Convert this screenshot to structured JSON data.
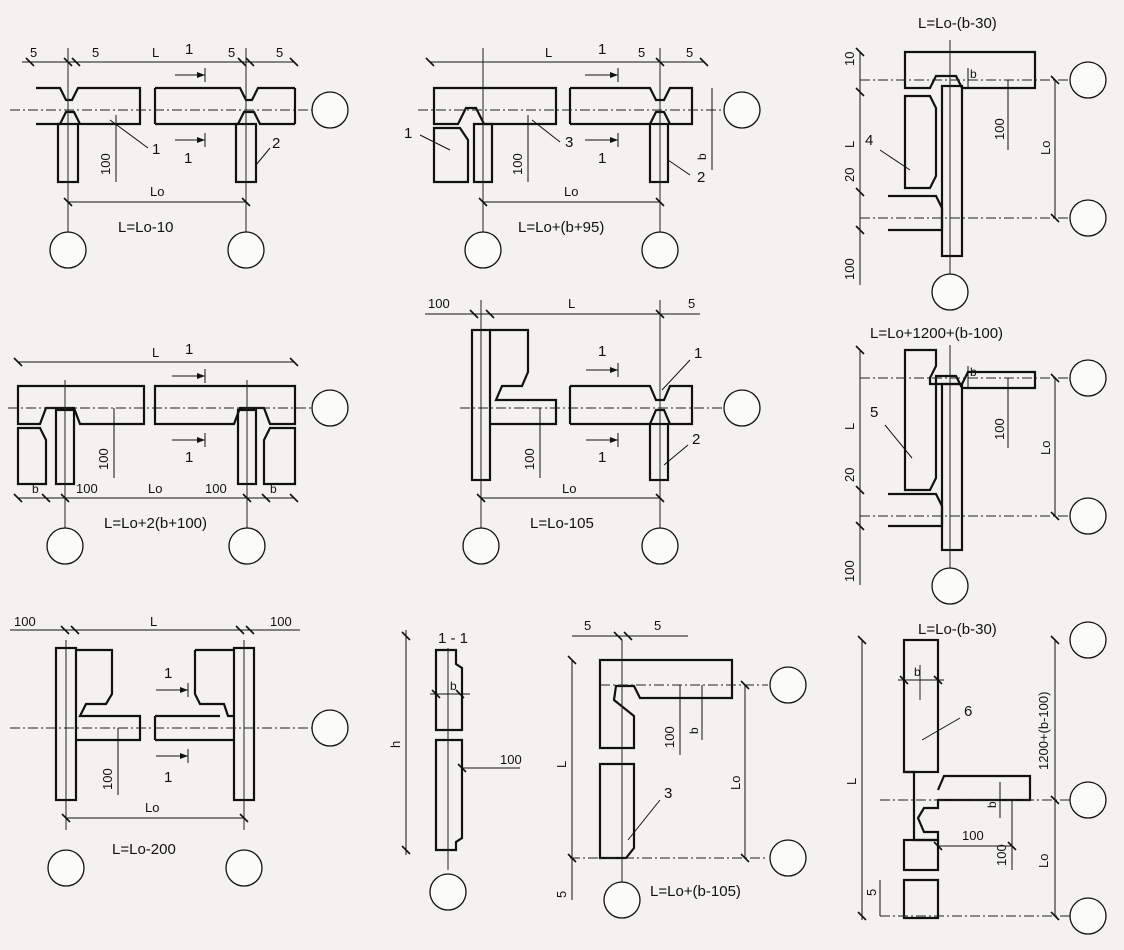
{
  "formulas": {
    "d1": "L=Lo-10",
    "d2": "L=Lo+(b+95)",
    "d3": "L=Lo-(b-30)",
    "d4": "L=Lo+2(b+100)",
    "d5": "L=Lo-105",
    "d6": "L=Lo+1200+(b-100)",
    "d7": "L=Lo-200",
    "d8": "L=Lo+(b-105)",
    "d9": "L=Lo-(b-30)"
  },
  "labels": {
    "L": "L",
    "Lo": "Lo",
    "b": "b",
    "h": "h",
    "n5": "5",
    "n10": "10",
    "n20": "20",
    "n100": "100",
    "n1200": "1200+(b-100)",
    "m1": "1",
    "m2": "2",
    "m3": "3",
    "m4": "4",
    "m5": "5",
    "m6": "6",
    "section": "1 - 1"
  }
}
